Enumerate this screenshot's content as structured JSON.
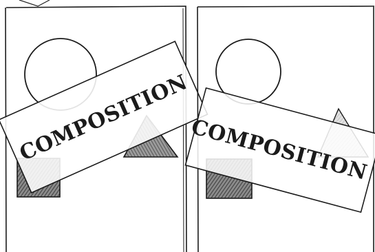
{
  "panels": [
    {
      "id": "left",
      "stamp_text": "COMPOSITION"
    },
    {
      "id": "right",
      "stamp_text": "COMPOSITION"
    }
  ],
  "colors": {
    "ink": "#1b1b1b",
    "square_fill": "#6f6f6f",
    "triangle_fill_left": "#6a6a6a",
    "triangle_fill_right": "#cfcfcf",
    "paper": "#ffffff"
  },
  "style": "pencil sketch illustration"
}
